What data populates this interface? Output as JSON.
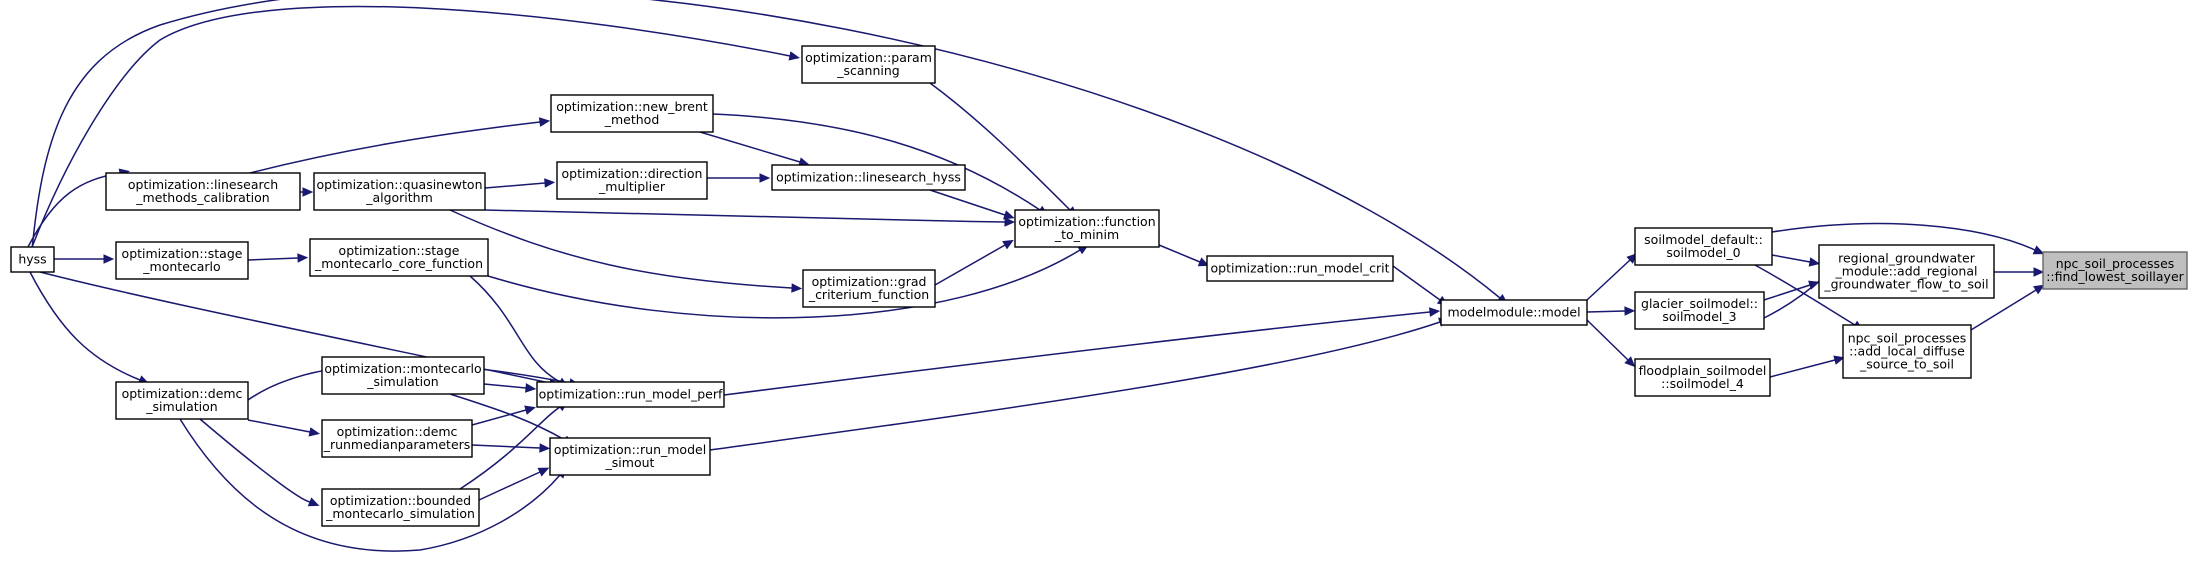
{
  "graph": {
    "title": "",
    "edge_color": "#191970",
    "root_fill": "#bfbfbf",
    "nodes": [
      {
        "id": "hyss",
        "lines": [
          "hyss"
        ]
      },
      {
        "id": "param_scanning",
        "lines": [
          "optimization::param",
          "_scanning"
        ]
      },
      {
        "id": "new_brent",
        "lines": [
          "optimization::new_brent",
          "_method"
        ]
      },
      {
        "id": "linesearch_cal",
        "lines": [
          "optimization::linesearch",
          "_methods_calibration"
        ]
      },
      {
        "id": "quasinewton",
        "lines": [
          "optimization::quasinewton",
          "_algorithm"
        ]
      },
      {
        "id": "direction_mult",
        "lines": [
          "optimization::direction",
          "_multiplier"
        ]
      },
      {
        "id": "linesearch_hyss",
        "lines": [
          "optimization::linesearch_hyss"
        ]
      },
      {
        "id": "function_to_minim",
        "lines": [
          "optimization::function",
          "_to_minim"
        ]
      },
      {
        "id": "stage_montecarlo",
        "lines": [
          "optimization::stage",
          "_montecarlo"
        ]
      },
      {
        "id": "stage_core",
        "lines": [
          "optimization::stage",
          "_montecarlo_core_function"
        ]
      },
      {
        "id": "grad_criterium",
        "lines": [
          "optimization::grad",
          "_criterium_function"
        ]
      },
      {
        "id": "run_model_crit",
        "lines": [
          "optimization::run_model_crit"
        ]
      },
      {
        "id": "modelmodule_model",
        "lines": [
          "modelmodule::model"
        ]
      },
      {
        "id": "demc_simulation",
        "lines": [
          "optimization::demc",
          "_simulation"
        ]
      },
      {
        "id": "montecarlo_sim",
        "lines": [
          "optimization::montecarlo",
          "_simulation"
        ]
      },
      {
        "id": "run_model_perf",
        "lines": [
          "optimization::run_model_perf"
        ]
      },
      {
        "id": "demc_runmedian",
        "lines": [
          "optimization::demc",
          "_runmedianparameters"
        ]
      },
      {
        "id": "run_model_simout",
        "lines": [
          "optimization::run_model",
          "_simout"
        ]
      },
      {
        "id": "bounded_montecarlo",
        "lines": [
          "optimization::bounded",
          "_montecarlo_simulation"
        ]
      },
      {
        "id": "soilmodel_0",
        "lines": [
          "soilmodel_default::",
          "soilmodel_0"
        ]
      },
      {
        "id": "soilmodel_3",
        "lines": [
          "glacier_soilmodel::",
          "soilmodel_3"
        ]
      },
      {
        "id": "soilmodel_4",
        "lines": [
          "floodplain_soilmodel",
          "::soilmodel_4"
        ]
      },
      {
        "id": "add_regional",
        "lines": [
          "regional_groundwater",
          "_module::add_regional",
          "_groundwater_flow_to_soil"
        ]
      },
      {
        "id": "add_local_diffuse",
        "lines": [
          "npc_soil_processes",
          "::add_local_diffuse",
          "_source_to_soil"
        ]
      },
      {
        "id": "find_lowest",
        "lines": [
          "npc_soil_processes",
          "::find_lowest_soillayer"
        ],
        "root": true
      }
    ]
  }
}
